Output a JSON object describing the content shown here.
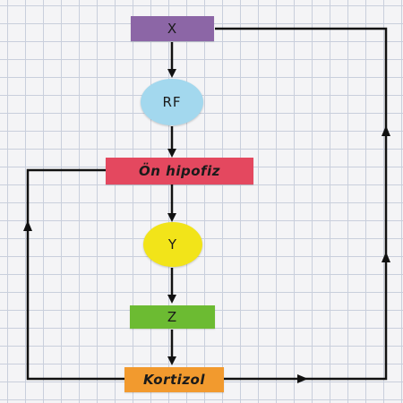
{
  "nodes": {
    "x": {
      "label": "X",
      "color": "#8c66a6"
    },
    "rf": {
      "label": "RF",
      "color": "#a3d8ee"
    },
    "on_hipofiz": {
      "label": "Ön hipofiz",
      "color": "#e4485f"
    },
    "y": {
      "label": "Y",
      "color": "#f2e419"
    },
    "z": {
      "label": "Z",
      "color": "#6cbb32"
    },
    "kortizol": {
      "label": "Kortizol",
      "color": "#f29a2e"
    }
  },
  "colors": {
    "line": "#111111"
  }
}
